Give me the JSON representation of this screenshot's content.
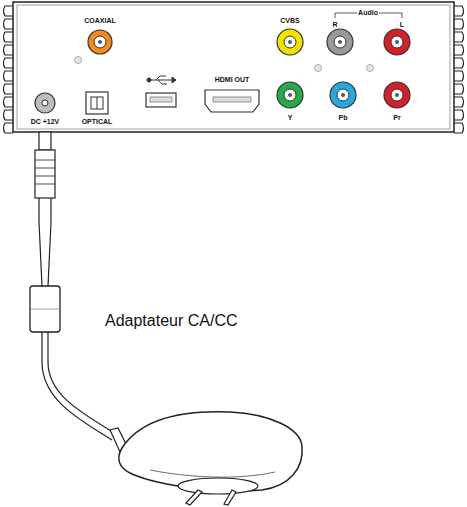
{
  "diagram": {
    "labels": [
      "COAXIAL",
      "CVBS",
      "R",
      "Audio",
      "L",
      "DC +12V",
      "OPTICAL",
      "HDMI OUT",
      "Y",
      "Pb",
      "Pr",
      "Adaptateur CA/CC"
    ]
  }
}
